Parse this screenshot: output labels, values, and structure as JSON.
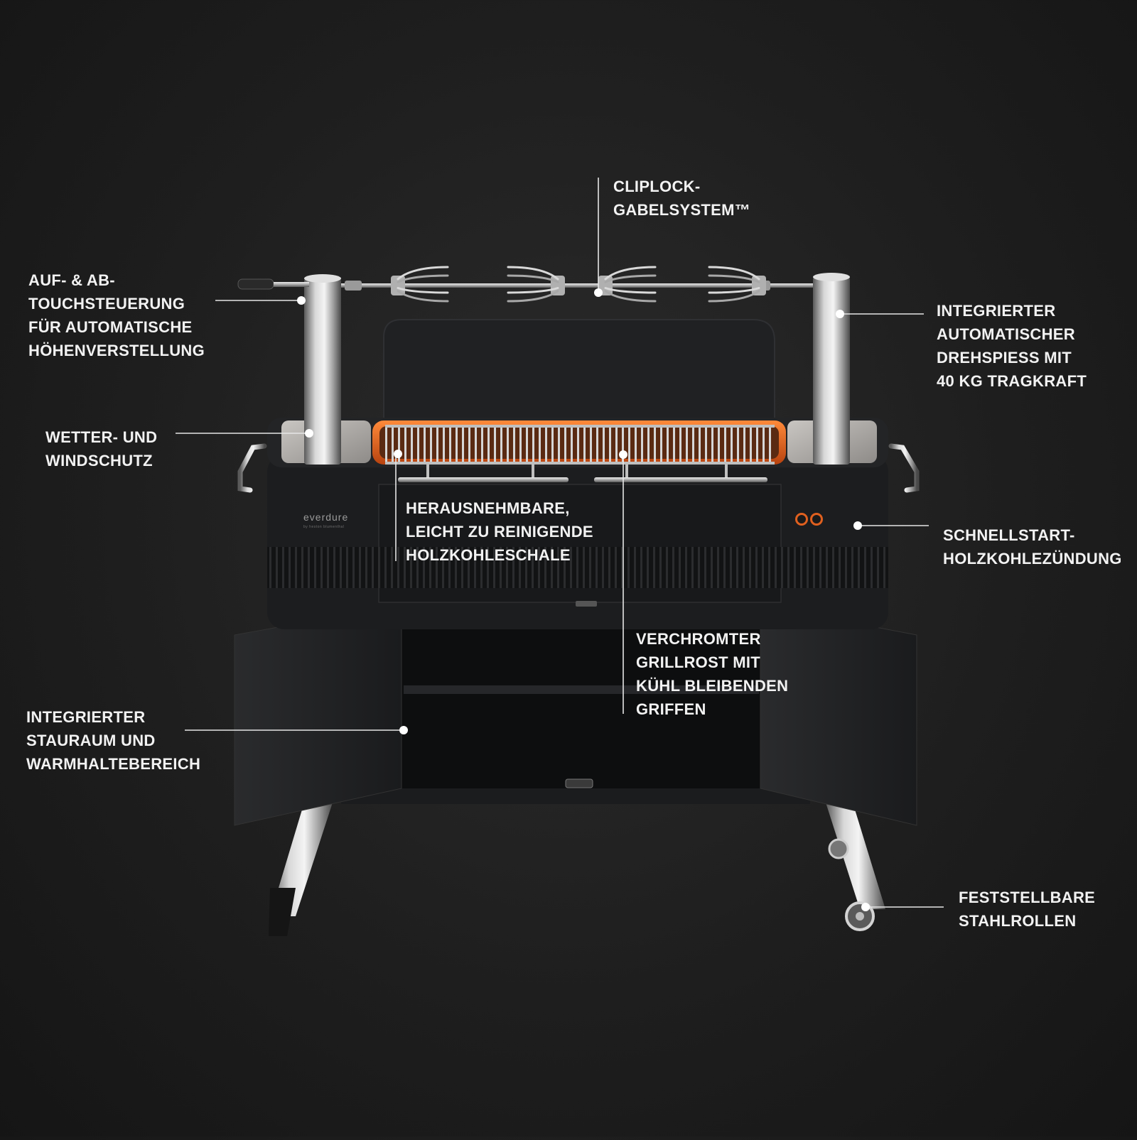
{
  "brand": {
    "name": "everdure",
    "tagline": "by heston blumenthal"
  },
  "colors": {
    "background": "#1e1e1e",
    "text": "#f2f2f2",
    "callout_line": "#e6e6e6",
    "ember": "#e0601f",
    "body": "#1c1d1f",
    "steel": "#b8b8b8"
  },
  "callouts": [
    {
      "id": "cliplock",
      "lines": [
        "CLIPLOCK-",
        "GABELSYSTEM™"
      ]
    },
    {
      "id": "touch",
      "lines": [
        "AUF- & AB-",
        "TOUCHSTEUERUNG",
        "FÜR AUTOMATISCHE",
        "HÖHENVERSTELLUNG"
      ]
    },
    {
      "id": "rotisserie",
      "lines": [
        "INTEGRIERTER",
        "AUTOMATISCHER",
        "DREHSPIESS MIT",
        "40 KG TRAGKRAFT"
      ]
    },
    {
      "id": "windshield",
      "lines": [
        "WETTER- UND",
        "WINDSCHUTZ"
      ]
    },
    {
      "id": "tray",
      "lines": [
        "HERAUSNEHMBARE,",
        "LEICHT ZU REINIGENDE",
        "HOLZKOHLESCHALE"
      ]
    },
    {
      "id": "ignition",
      "lines": [
        "SCHNELLSTART-",
        "HOLZKOHLEZÜNDUNG"
      ]
    },
    {
      "id": "grill",
      "lines": [
        "VERCHROMTER",
        "GRILLROST MIT",
        "KÜHL BLEIBENDEN",
        "GRIFFEN"
      ]
    },
    {
      "id": "storage",
      "lines": [
        "INTEGRIERTER",
        "STAURAUM UND",
        "WARMHALTEBEREICH"
      ]
    },
    {
      "id": "wheels",
      "lines": [
        "FESTSTELLBARE",
        "STAHLROLLEN"
      ]
    }
  ]
}
